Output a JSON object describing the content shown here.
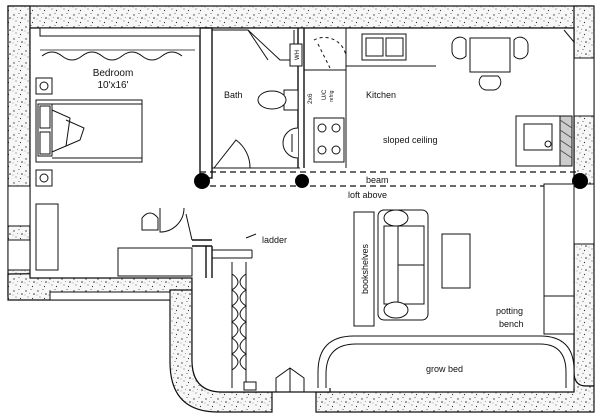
{
  "rooms": {
    "bedroom": {
      "name": "Bedroom",
      "size": "10'x16'"
    },
    "bath": {
      "name": "Bath"
    },
    "kitchen": {
      "name": "Kitchen"
    }
  },
  "labels": {
    "sloped_ceiling": "sloped ceiling",
    "beam": "beam",
    "loft_above": "loft above",
    "ladder": "ladder",
    "bookshelves": "bookshelves",
    "potting": "potting",
    "bench": "bench",
    "grow_bed": "grow bed",
    "wh": "WH",
    "stud": "2x6",
    "fridge_uc": "U/C",
    "fridge_refrig": "refrig"
  },
  "colors": {
    "wall_fill": "#f7f7f7",
    "speckle": "#333333",
    "line": "#111111",
    "beam_post": "#000000"
  }
}
